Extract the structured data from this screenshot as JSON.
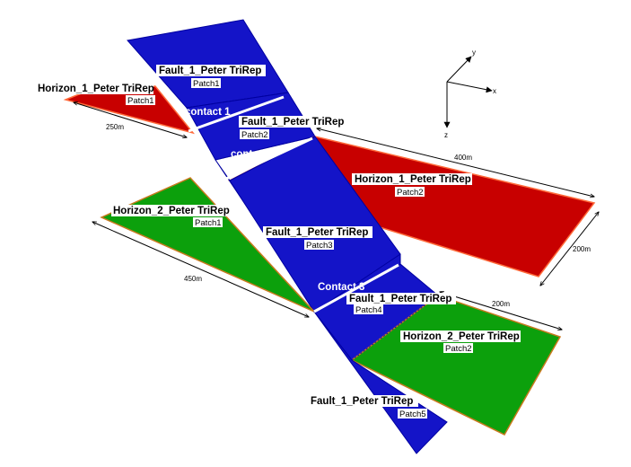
{
  "colors": {
    "fault": "#1414c8",
    "fault_edge": "#0000a0",
    "horizon1": "#c80000",
    "horizon1_edge": "#ff6a3a",
    "horizon2": "#0ca00c",
    "horizon2_edge": "#c87a1e",
    "contact": "#ffffff"
  },
  "labels": {
    "fault_p1": {
      "name": "Fault_1_Peter TriRep",
      "patch": "Patch1"
    },
    "fault_p2": {
      "name": "Fault_1_Peter TriRep",
      "patch": "Patch2"
    },
    "fault_p3": {
      "name": "Fault_1_Peter TriRep",
      "patch": "Patch3"
    },
    "fault_p4": {
      "name": "Fault_1_Peter TriRep",
      "patch": "Patch4"
    },
    "fault_p5": {
      "name": "Fault_1_Peter TriRep",
      "patch": "Patch5"
    },
    "horizon1_p1": {
      "name": "Horizon_1_Peter TriRep",
      "patch": "Patch1"
    },
    "horizon1_p2": {
      "name": "Horizon_1_Peter TriRep",
      "patch": "Patch2"
    },
    "horizon2_p1": {
      "name": "Horizon_2_Peter TriRep",
      "patch": "Patch1"
    },
    "horizon2_p2": {
      "name": "Horizon_2_Peter TriRep",
      "patch": "Patch2"
    }
  },
  "contacts": {
    "contact1": "contact 1",
    "contact2": "contact 2",
    "contact3": "Contact 3"
  },
  "dimensions": {
    "h1p1_len": "250m",
    "h1p2_len": "400m",
    "h1p2_wid": "200m",
    "h2p1_len": "450m",
    "h2p2_wid": "200m"
  },
  "axes": {
    "x": "x",
    "y": "y",
    "z": "z"
  }
}
